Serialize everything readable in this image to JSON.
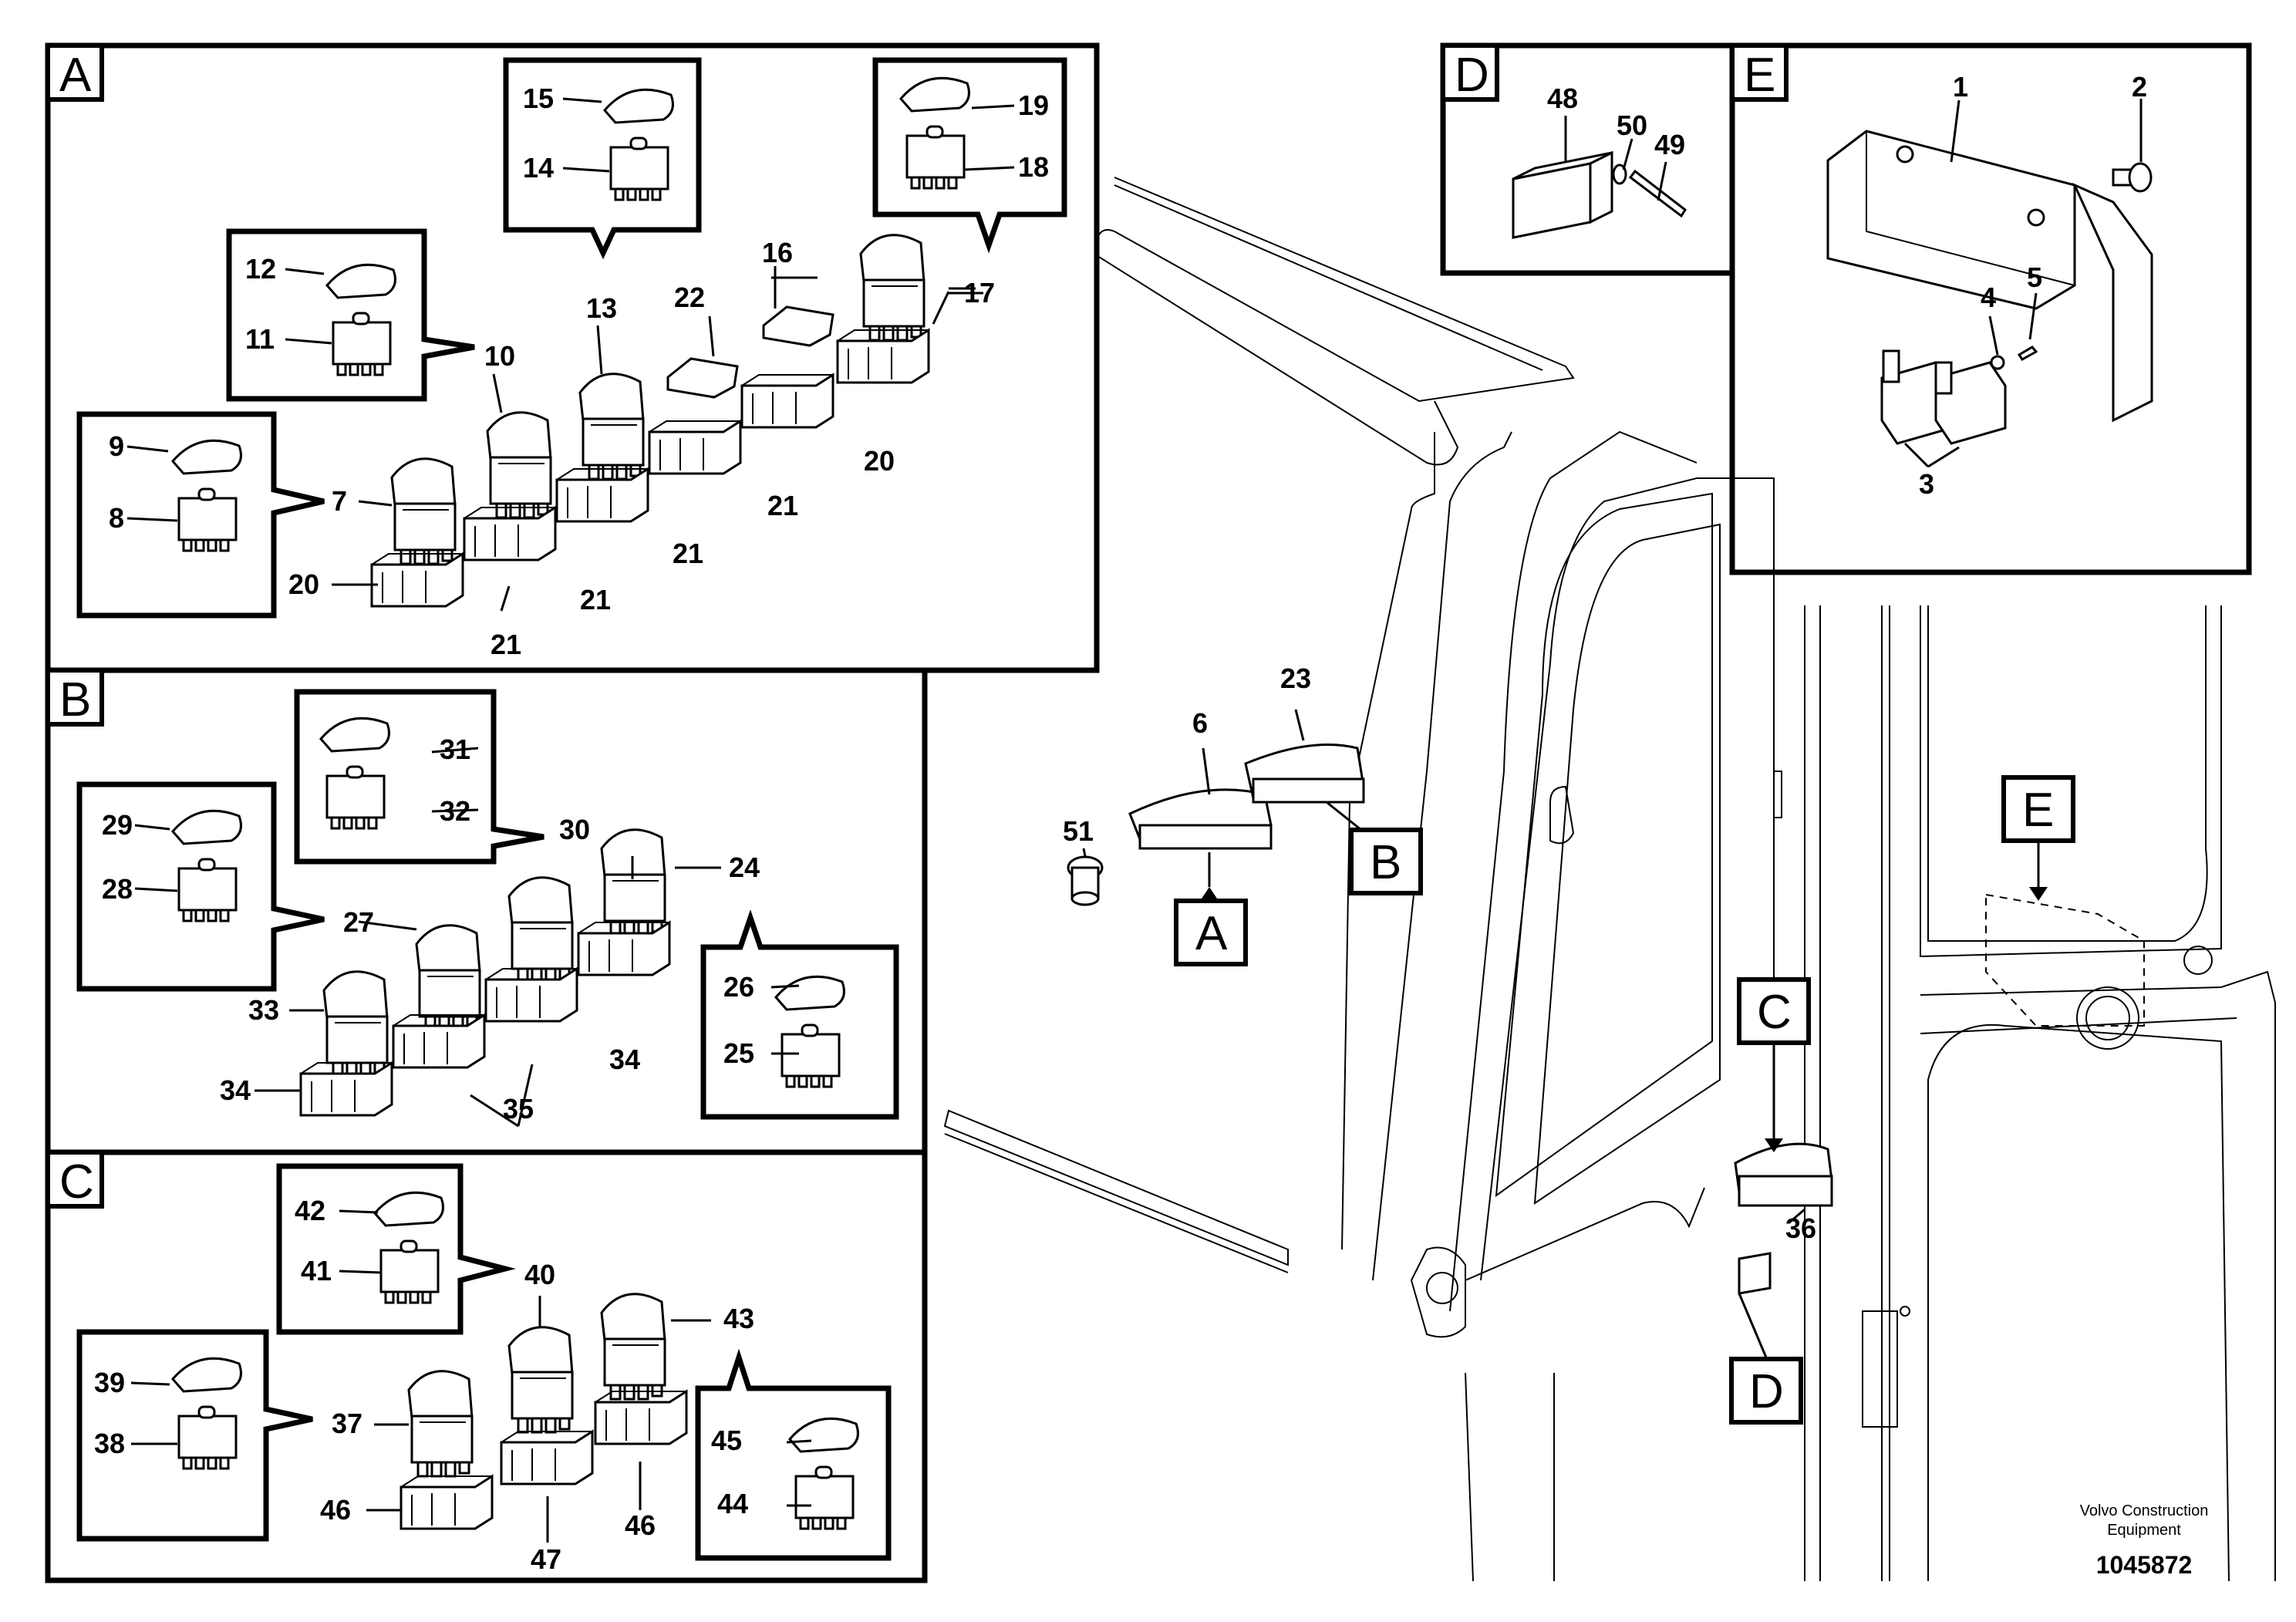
{
  "sections": {
    "A": "A",
    "B": "B",
    "C": "C",
    "D": "D",
    "E": "E"
  },
  "callouts": {
    "A": "A",
    "B": "B",
    "C": "C",
    "D": "D",
    "E": "E"
  },
  "parts": {
    "p1": "1",
    "p2": "2",
    "p3": "3",
    "p4": "4",
    "p5": "5",
    "p6": "6",
    "p7": "7",
    "p8": "8",
    "p9": "9",
    "p10": "10",
    "p11": "11",
    "p12": "12",
    "p13": "13",
    "p14": "14",
    "p15": "15",
    "p16": "16",
    "p17": "17",
    "p18": "18",
    "p19": "19",
    "p20": "20",
    "p21": "21",
    "p22": "22",
    "p23": "23",
    "p24": "24",
    "p25": "25",
    "p26": "26",
    "p27": "27",
    "p28": "28",
    "p29": "29",
    "p30": "30",
    "p31": "31",
    "p32": "32",
    "p33": "33",
    "p34": "34",
    "p35": "35",
    "p36": "36",
    "p37": "37",
    "p38": "38",
    "p39": "39",
    "p40": "40",
    "p41": "41",
    "p42": "42",
    "p43": "43",
    "p44": "44",
    "p45": "45",
    "p46": "46",
    "p47": "47",
    "p48": "48",
    "p49": "49",
    "p50": "50",
    "p51": "51"
  },
  "footer": {
    "company_line1": "Volvo Construction",
    "company_line2": "Equipment",
    "doc_number": "1045872"
  }
}
